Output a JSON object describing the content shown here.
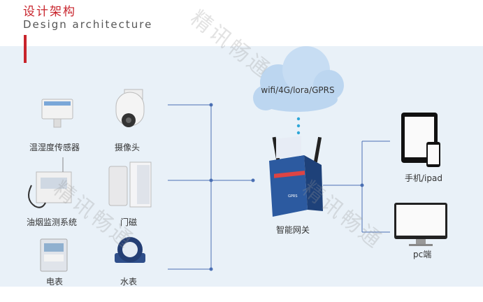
{
  "header": {
    "title_cn": "设计架构",
    "title_en": "Design architecture"
  },
  "watermark": "精讯畅通",
  "devices": {
    "temp_sensor": "温湿度传感器",
    "camera": "摄像头",
    "smoke_system": "油烟监测系统",
    "door_sensor": "门磁",
    "power_meter": "电表",
    "water_meter": "水表"
  },
  "cloud": {
    "label": "wifi/4G/lora/GPRS"
  },
  "gateway": {
    "label": "智能网关"
  },
  "clients": {
    "mobile": "手机/ipad",
    "pc": "pc端"
  },
  "colors": {
    "accent": "#c8242c",
    "line": "#4a6fb3",
    "panel": "#e9f1f8",
    "cloud": "#bcd6f0",
    "dot": "#2fa7d8"
  }
}
